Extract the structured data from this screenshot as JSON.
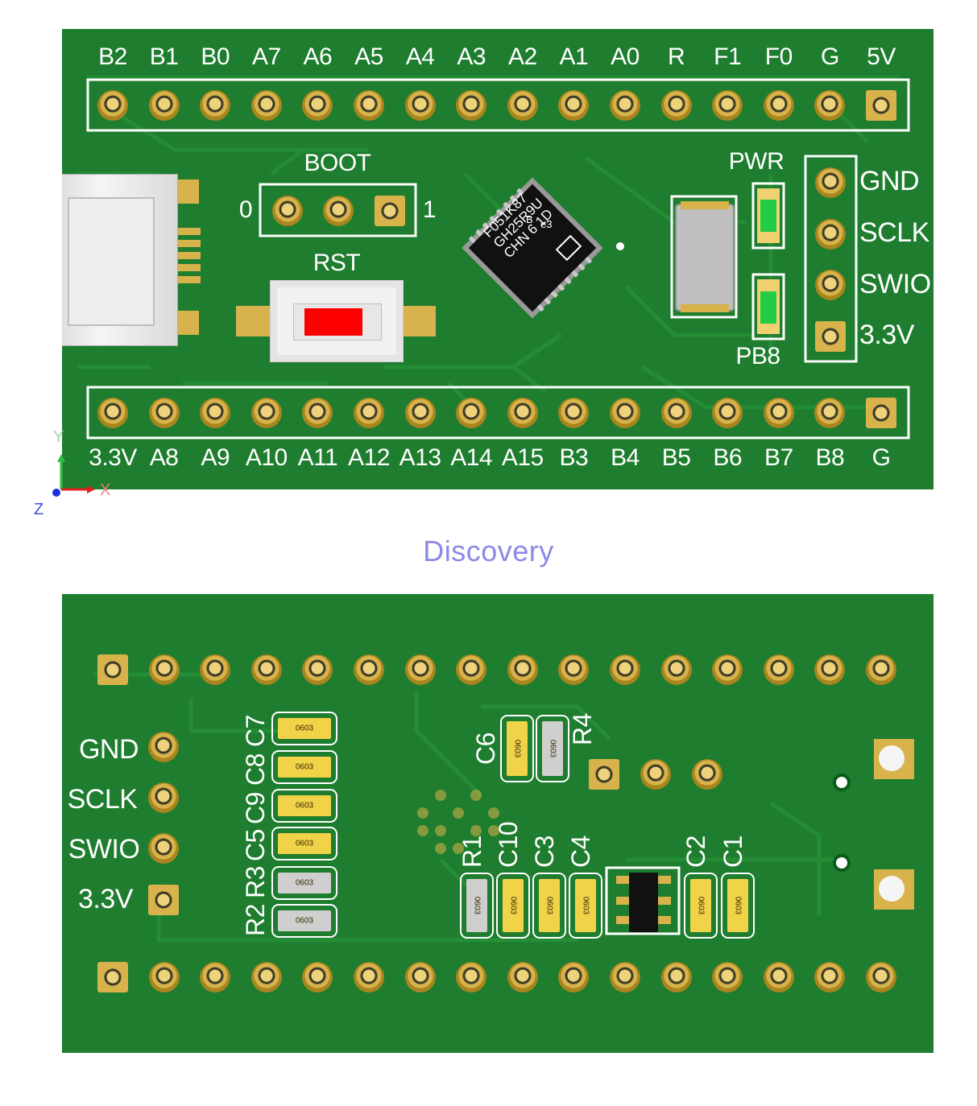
{
  "top_board": {
    "header_top_labels": [
      "B2",
      "B1",
      "B0",
      "A7",
      "A6",
      "A5",
      "A4",
      "A3",
      "A2",
      "A1",
      "A0",
      "R",
      "F1",
      "F0",
      "G",
      "5V"
    ],
    "header_bottom_labels": [
      "3.3V",
      "A8",
      "A9",
      "A10",
      "A11",
      "A12",
      "A13",
      "A14",
      "A15",
      "B3",
      "B4",
      "B5",
      "B6",
      "B7",
      "B8",
      "G"
    ],
    "boot": {
      "label": "BOOT",
      "left": "0",
      "right": "1"
    },
    "reset_label": "RST",
    "led_pwr": "PWR",
    "led_user": "PB8",
    "swd_labels": [
      "GND",
      "SCLK",
      "SWIO",
      "3.3V"
    ],
    "chip_lines": [
      "F051K87",
      "GH25R9U",
      "CHN 6 1D"
    ],
    "chip_marks": [
      "e3",
      "B"
    ],
    "axis_labels": {
      "x": "X",
      "y": "Y",
      "z": "Z"
    }
  },
  "caption": "Discovery",
  "bottom_board": {
    "swd_labels": [
      "GND",
      "SCLK",
      "SWIO",
      "3.3V"
    ],
    "left_parts": [
      "C7",
      "C8",
      "C9",
      "C5",
      "R3",
      "R2"
    ],
    "left_parts_codes": [
      "0603",
      "0603",
      "0603",
      "0603",
      "0603",
      "0603"
    ],
    "mid_parts": [
      "C6",
      "R4"
    ],
    "row_parts": [
      "R1",
      "C10",
      "C3",
      "C4",
      "C2",
      "C1"
    ],
    "part_code": "0603"
  },
  "colors": {
    "pcb": "#1e7d2e",
    "pad": "#d8b34b",
    "silkscreen": "#ffffff",
    "led": "#22cc44",
    "button": "#ff0000"
  }
}
